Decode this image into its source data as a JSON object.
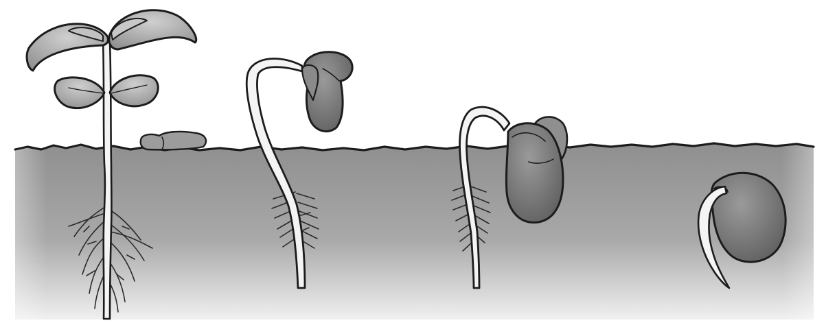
{
  "colors": {
    "background": "#ffffff",
    "soil_top": "#8f8f8f",
    "soil_bottom": "#f0f0f0",
    "seed": "#777777",
    "stem": "#f4f4f4",
    "leaf": "#a8a8a8",
    "outline": "#1c1c1c"
  },
  "stages": [
    {
      "stage": "seedling",
      "parts": [
        "stem",
        "upper-leaves",
        "lower-leaves",
        "roots"
      ]
    },
    {
      "stage": "bent-shoot",
      "parts": [
        "stem",
        "seed-cotyledons",
        "roots"
      ]
    },
    {
      "stage": "emerging-hook",
      "parts": [
        "stem",
        "seed-cotyledons",
        "roots"
      ]
    },
    {
      "stage": "germinating-seed",
      "parts": [
        "seed",
        "radicle"
      ]
    }
  ]
}
